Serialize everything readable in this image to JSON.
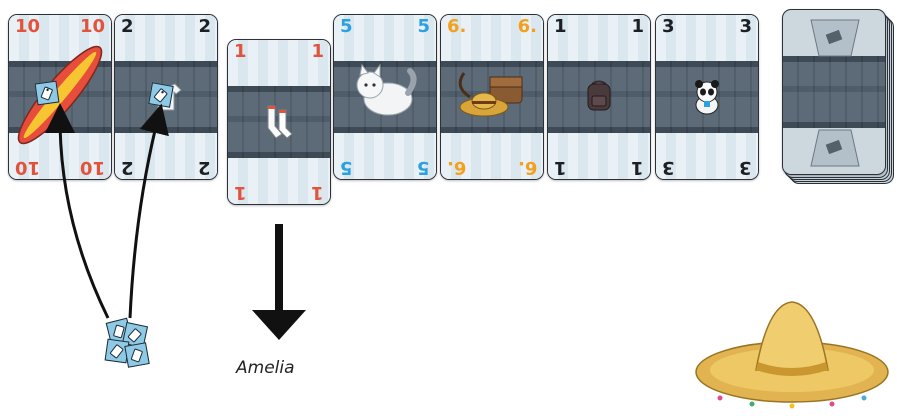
{
  "colors": {
    "red": "#e2533c",
    "black": "#1c1f24",
    "blue": "#2aa1e0",
    "orange": "#f2a01e"
  },
  "cards": [
    {
      "value": "10",
      "color": "#e2533c",
      "item": "surfboard-icon"
    },
    {
      "value": "2",
      "color": "#1c1f24",
      "item": "tshirt-icon"
    },
    {
      "value": "1",
      "color": "#e2533c",
      "item": "socks-icon"
    },
    {
      "value": "5",
      "color": "#2aa1e0",
      "item": "cat-icon"
    },
    {
      "value": "6.",
      "color": "#f2a01e",
      "item": "hat-and-bag-icon"
    },
    {
      "value": "1",
      "color": "#1c1f24",
      "item": "backpack-icon"
    },
    {
      "value": "3",
      "color": "#1c1f24",
      "item": "panda-icon"
    }
  ],
  "caption": "Amelia",
  "icons": {
    "deck": "deck-back-icon",
    "tag": "luggage-tag-icon",
    "sombrero": "sombrero-icon"
  }
}
